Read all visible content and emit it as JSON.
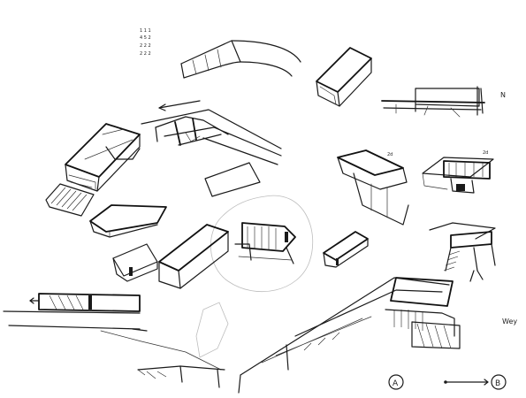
{
  "sheet": {
    "notes": {
      "left_stack": [
        "1 1 1",
        "4 5 2",
        "2 2 2",
        "2 2 2"
      ],
      "north_mark": "N",
      "scribble_right": "Wey",
      "small_marks": [
        "2d",
        "2d"
      ],
      "label_a": "A",
      "label_b": "B"
    },
    "colors": {
      "ink": "#1a1a1a",
      "paper": "#ffffff",
      "ghost_line": "#bdbdbd"
    }
  }
}
